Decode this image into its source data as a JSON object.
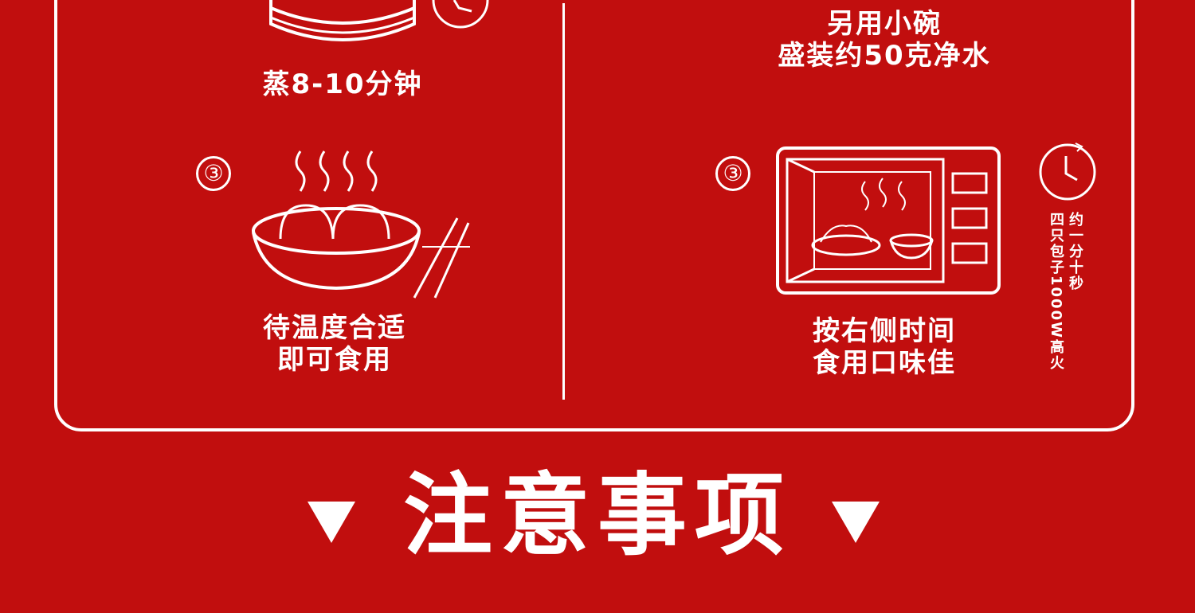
{
  "left_column": {
    "step2_caption": "蒸8-10分钟",
    "step3_number": "③",
    "step3_caption_line1": "待温度合适",
    "step3_caption_line2": "即可食用"
  },
  "right_column": {
    "step2_caption_line1": "另用小碗",
    "step2_caption_line2": "盛装约50克净水",
    "step3_number": "③",
    "step3_caption_line1": "按右侧时间",
    "step3_caption_line2": "食用口味佳",
    "timer_note_line1": "约一分十秒",
    "timer_note_line2": "四只包子1000W高火"
  },
  "section": {
    "title": "注意事项"
  },
  "icons": {
    "steamer": "steamer-icon",
    "clock": "clock-icon",
    "bowl_with_buns": "bowl-buns-icon",
    "chopsticks": "chopsticks-icon",
    "microwave": "microwave-icon",
    "triangle": "down-triangle-icon"
  },
  "colors": {
    "background": "#c10e0e",
    "foreground": "#ffffff"
  }
}
